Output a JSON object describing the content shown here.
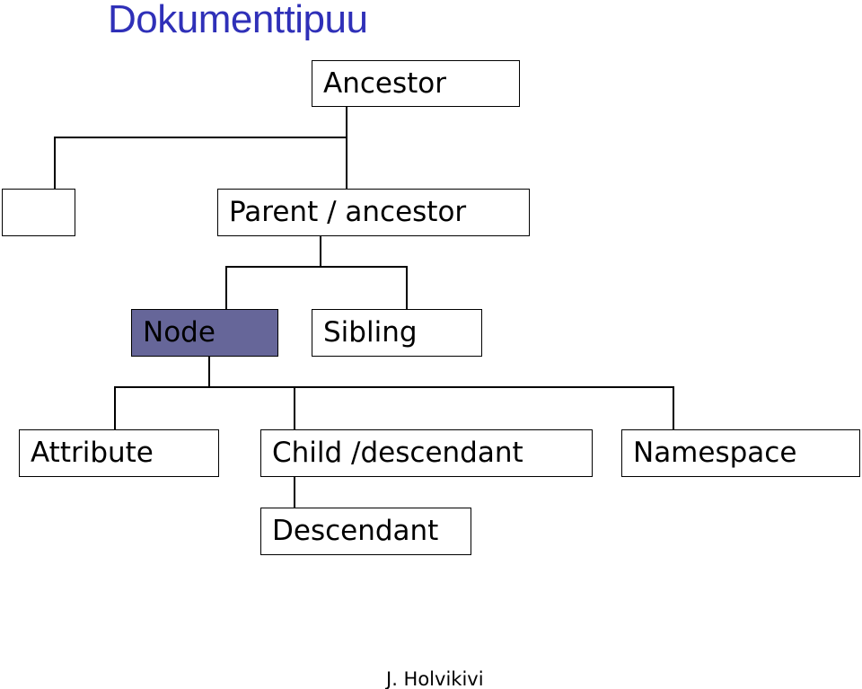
{
  "title": "Dokumenttipuu",
  "tree": {
    "ancestor": "Ancestor",
    "unnamed_sibling": "",
    "parent": "Parent / ancestor",
    "node": "Node",
    "sibling": "Sibling",
    "attribute": "Attribute",
    "child": "Child /descendant",
    "namespace": "Namespace",
    "descendant": "Descendant"
  },
  "colors": {
    "title": "#2f30b8",
    "highlight": "#666699",
    "lines": "#000000"
  },
  "author": "J. Holvikivi"
}
